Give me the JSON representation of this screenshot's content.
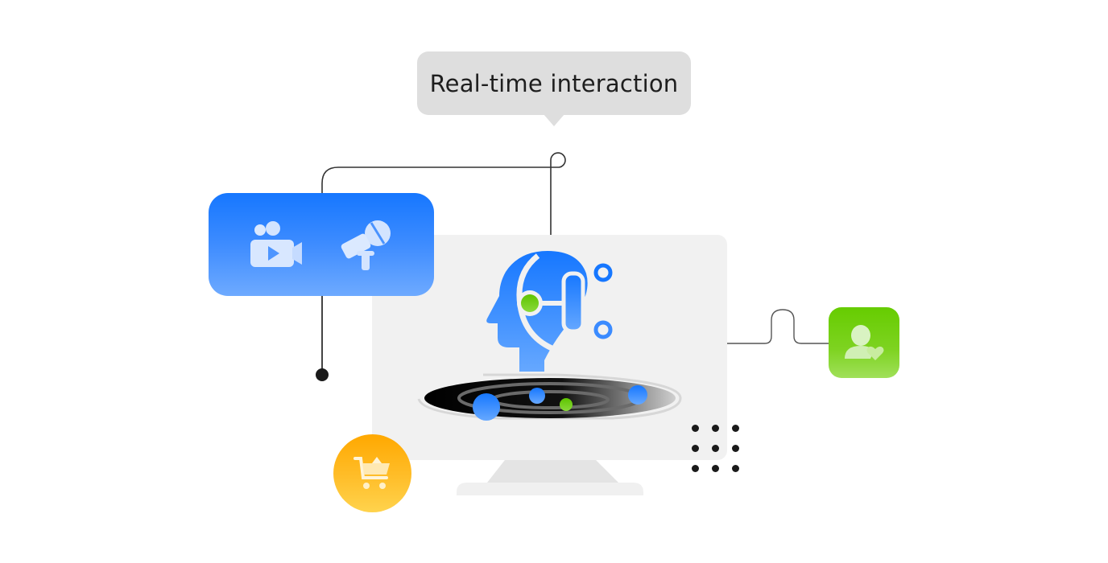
{
  "bubble": {
    "label": "Real-time interaction"
  },
  "icons": {
    "video": "video-camera-icon",
    "microphone": "microphone-icon",
    "ai_head": "ai-head-headset-icon",
    "user_favorite": "user-heart-icon",
    "shopping_cart": "shopping-cart-icon"
  },
  "colors": {
    "bubble_bg": "#dedede",
    "blue_accent": "#1677ff",
    "green_accent": "#66cc00",
    "orange_accent": "#ffa800",
    "screen_bg": "#f1f1f1",
    "line": "#333333"
  },
  "dot_grid": {
    "rows": 3,
    "cols": 3
  }
}
